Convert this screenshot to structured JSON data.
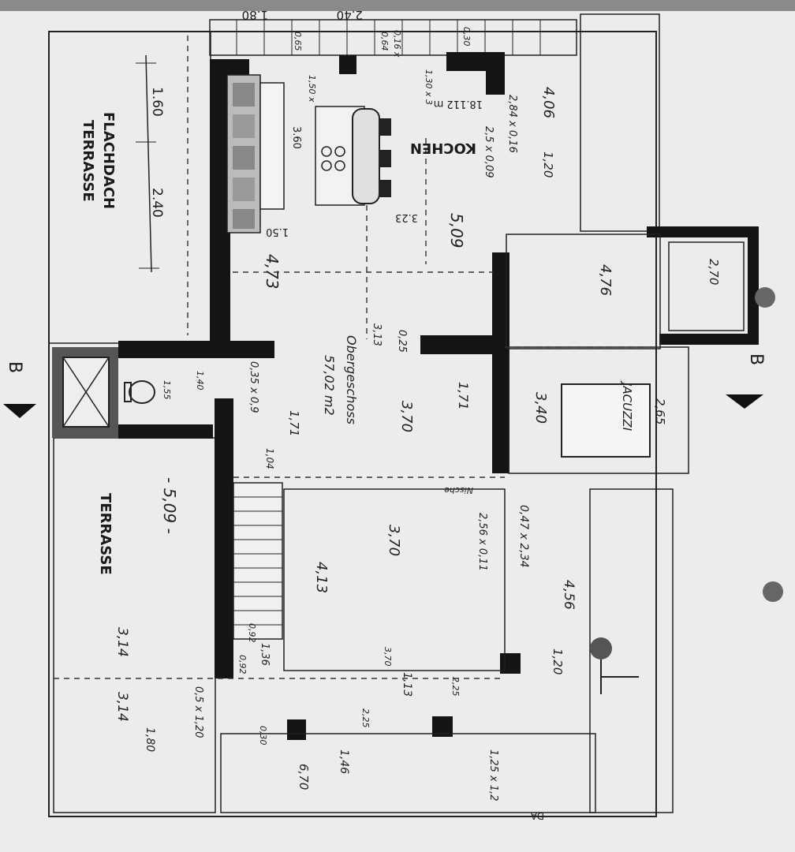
{
  "rooms": {
    "flachdach_line1": "FLACHDACH",
    "flachdach_line2": "TERRASSE",
    "terrasse": "TERRASSE",
    "kochen": "KOCHEN",
    "jacuzzi": "JACUZZI"
  },
  "printed_dims": {
    "top_1": "1.80",
    "top_2": "2.40",
    "left_1": "1.60",
    "left_2": "2.40",
    "area": "18.112 m",
    "k_1": "3.60",
    "k_2": "1.50",
    "k_3": "3.23"
  },
  "handwritten": {
    "h1": "4,06",
    "h2": "1,20",
    "h3": "2,84 x 0,16",
    "h4": "2,5 x 0,09",
    "h5": "5,09",
    "h6": "4,73",
    "h7": "4,76",
    "h8": "2,70",
    "h9": "3,40",
    "h10": "2,65",
    "h11": "0,25",
    "h12": "3,13",
    "h13": "Obergeschoss",
    "h14": "57,02 m2",
    "h15": "3,70",
    "h16": "1,71",
    "h17": "1,71",
    "h18": "0,35 x 0,9",
    "h19": "1,04",
    "h20": "- 5,09 -",
    "h21": "3,70",
    "h22": "4,13",
    "h23": "2,56 x 0,11",
    "h24": "0,47 x 2,34",
    "h25": "4,56",
    "h26": "1,20",
    "h27": "3,14",
    "h28": "3,14",
    "h29": "1,36",
    "h30": "1,13",
    "h31": "0,5 x 1,20",
    "h32": "1,80",
    "h33": "1,46",
    "h34": "6,70",
    "h35": "1,25 x 1,2",
    "h36": "1,40",
    "h37": "1,55",
    "h38": "0,65",
    "h39": "0,64",
    "h40": "0,30",
    "h41": "1,50 x",
    "h42": "1,30 x 3",
    "h43": "0,16 x",
    "h44": "3,70",
    "h45": "0,92",
    "h46": "0,92",
    "h47": "Nische",
    "h48": "0,30",
    "h49": "2,25",
    "h50": "2,25"
  },
  "markers": {
    "b_left": "B",
    "b_right": "B",
    "d_label": "DA"
  }
}
